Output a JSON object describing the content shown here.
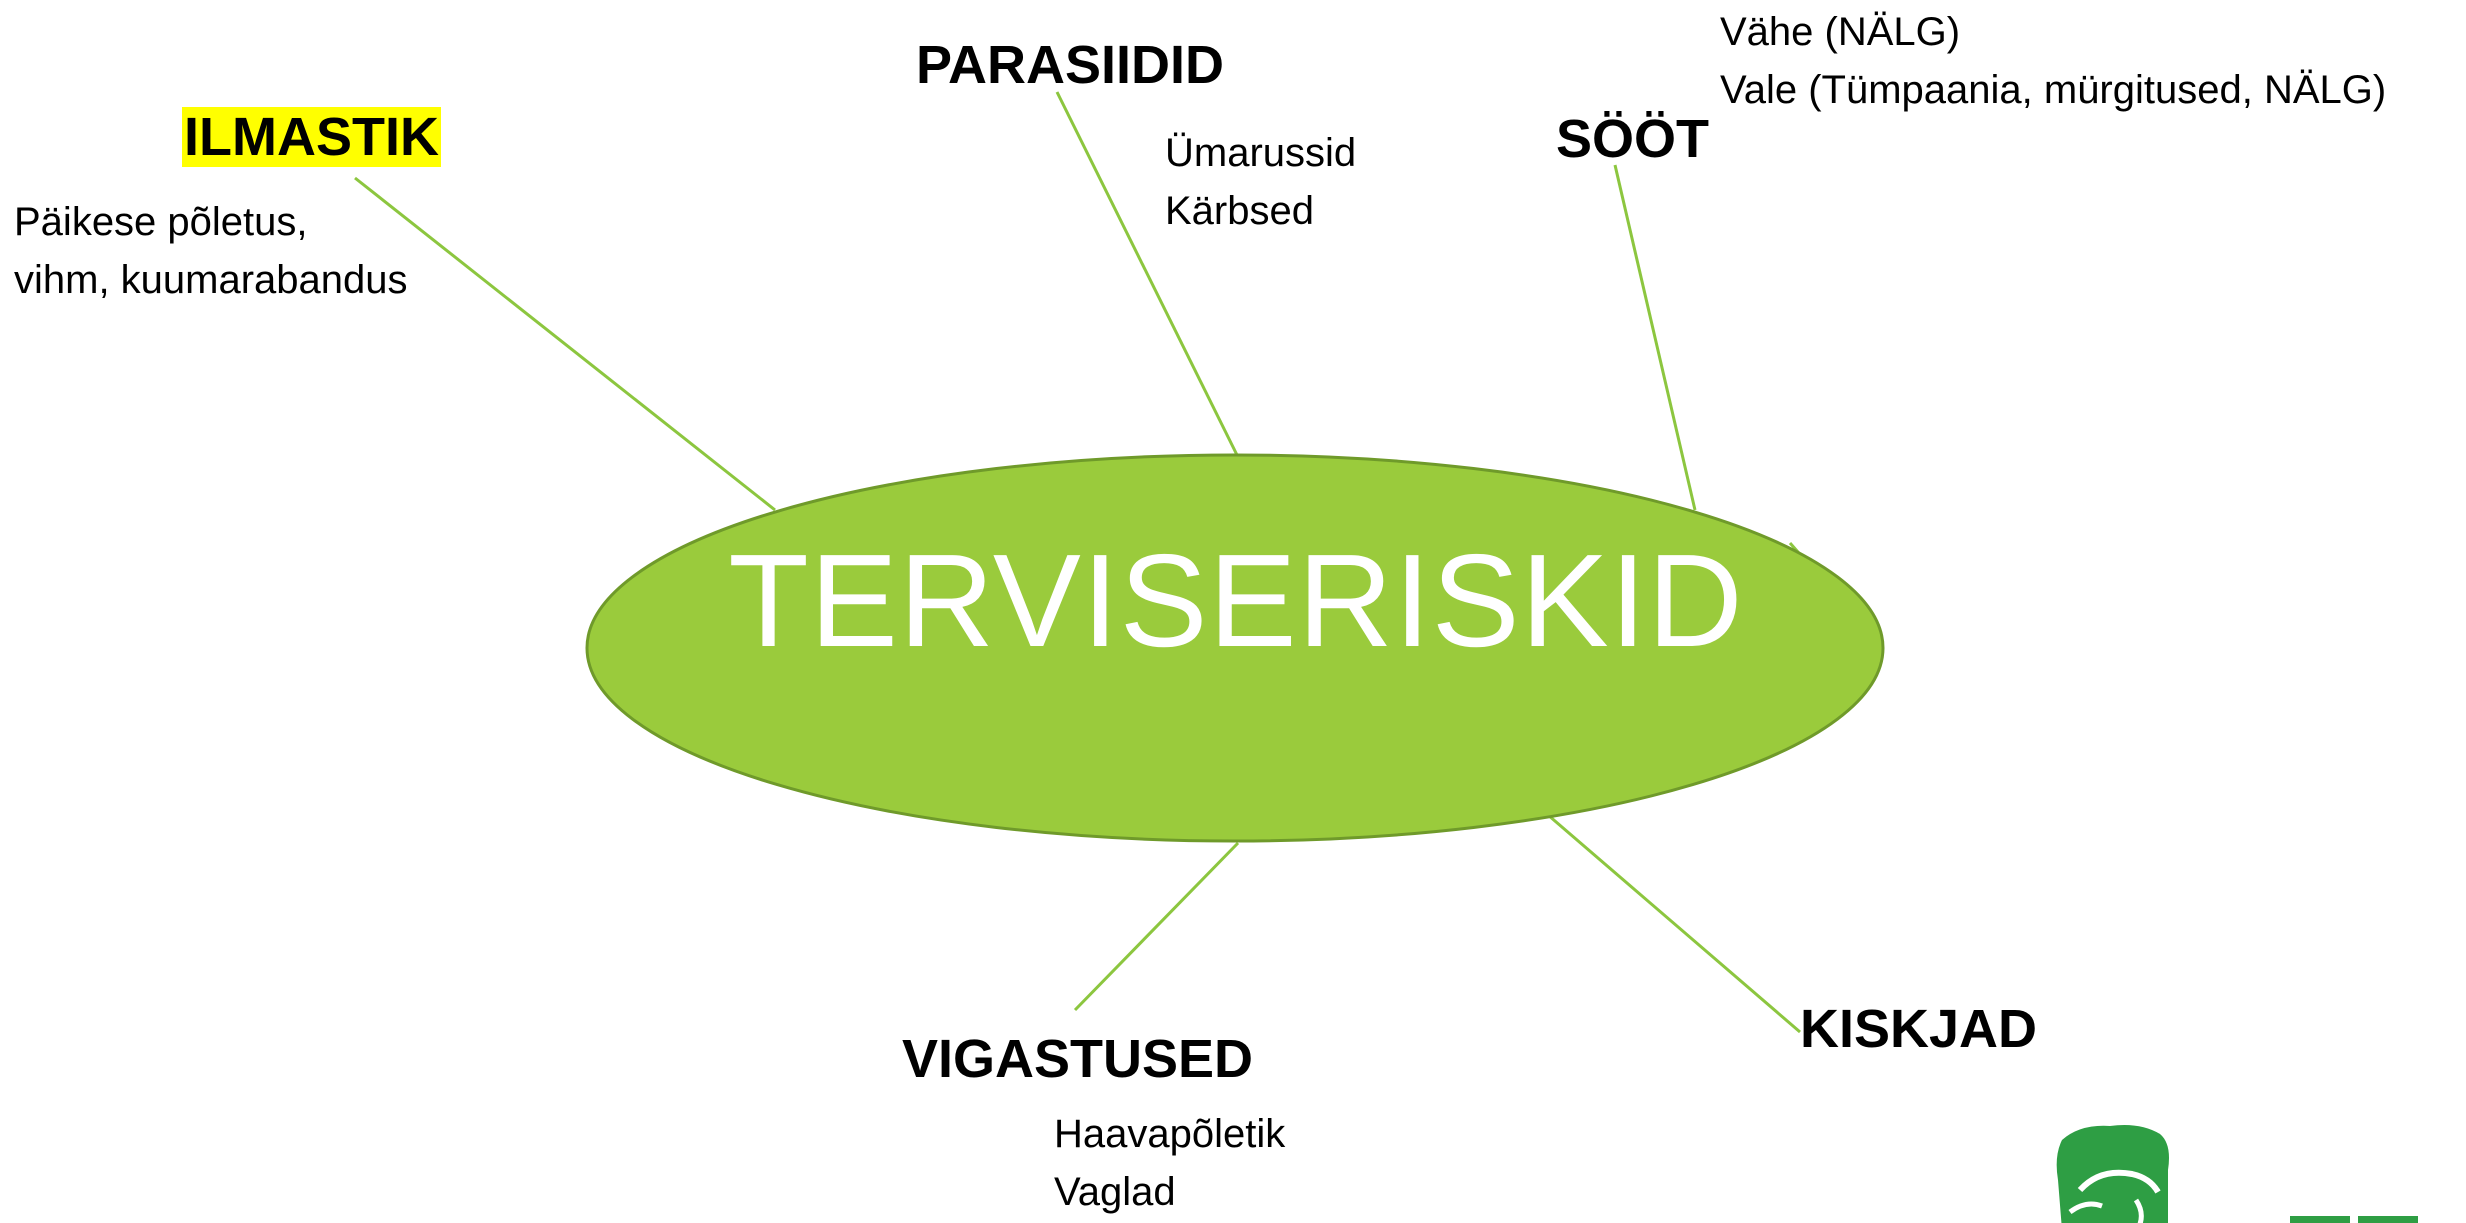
{
  "colors": {
    "ellipse_fill": "#9acb3c",
    "ellipse_stroke": "#6f9a2a",
    "connector": "#8cc63f",
    "highlight": "#ffff00",
    "logo_green": "#2e9e44"
  },
  "center": {
    "label": "TERVISERISKID"
  },
  "topics": {
    "ilmastik": {
      "title": "ILMASTIK",
      "items": [
        "Päikese põletus,",
        "vihm, kuumarabandus"
      ]
    },
    "parasiidid": {
      "title": "PARASIIDID",
      "items": [
        "Ümarussid",
        "Kärbsed"
      ]
    },
    "soot": {
      "title": "SÖÖT",
      "items": [
        "Vähe (NÄLG)",
        "Vale (Tümpaania, mürgitused, NÄLG)"
      ]
    },
    "vigastused": {
      "title": "VIGASTUSED",
      "items": [
        "Haavapõletik",
        "Vaglad"
      ]
    },
    "kiskjad": {
      "title": "KISKJAD"
    }
  },
  "logo": {
    "icon": "sheep-logo-icon"
  }
}
